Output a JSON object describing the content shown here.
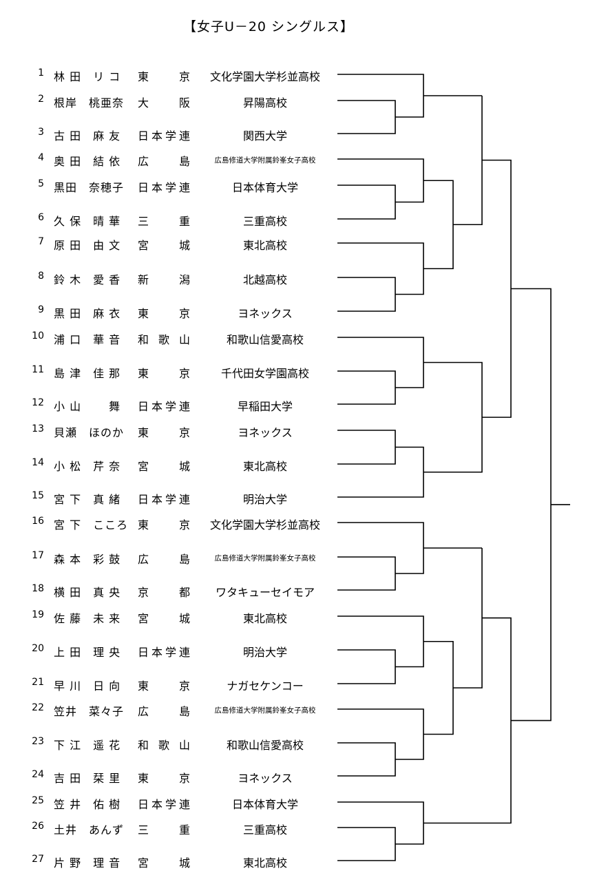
{
  "title": "【女子U－20  シングルス】",
  "entries": [
    {
      "seed": "1",
      "name": "林 田　リ コ",
      "pref": "東京",
      "school": "文化学園大学杉並高校"
    },
    {
      "seed": "2",
      "name": "根岸　桃亜奈",
      "pref": "大阪",
      "school": "昇陽高校"
    },
    {
      "seed": "3",
      "name": "古 田　麻 友",
      "pref": "日本学連",
      "school": "関西大学"
    },
    {
      "seed": "4",
      "name": "奥 田　結 依",
      "pref": "広島",
      "school": "広島修道大学附属鈴峯女子高校"
    },
    {
      "seed": "5",
      "name": "黒田　奈穂子",
      "pref": "日本学連",
      "school": "日本体育大学"
    },
    {
      "seed": "6",
      "name": "久 保　晴 華",
      "pref": "三重",
      "school": "三重高校"
    },
    {
      "seed": "7",
      "name": "原 田　由 文",
      "pref": "宮城",
      "school": "東北高校"
    },
    {
      "seed": "8",
      "name": "鈴 木　愛 香",
      "pref": "新潟",
      "school": "北越高校"
    },
    {
      "seed": "9",
      "name": "黒 田　麻 衣",
      "pref": "東京",
      "school": "ヨネックス"
    },
    {
      "seed": "10",
      "name": "浦 口　華 音",
      "pref": "和歌山",
      "school": "和歌山信愛高校"
    },
    {
      "seed": "11",
      "name": "島 津　佳 那",
      "pref": "東京",
      "school": "千代田女学園高校"
    },
    {
      "seed": "12",
      "name": "小 山　　 舞",
      "pref": "日本学連",
      "school": "早稲田大学"
    },
    {
      "seed": "13",
      "name": "貝瀬　ほのか",
      "pref": "東京",
      "school": "ヨネックス"
    },
    {
      "seed": "14",
      "name": "小 松　芹 奈",
      "pref": "宮城",
      "school": "東北高校"
    },
    {
      "seed": "15",
      "name": "宮 下　真 緒",
      "pref": "日本学連",
      "school": "明治大学"
    },
    {
      "seed": "16",
      "name": "宮 下　こころ",
      "pref": "東京",
      "school": "文化学園大学杉並高校"
    },
    {
      "seed": "17",
      "name": "森 本　彩 鼓",
      "pref": "広島",
      "school": "広島修道大学附属鈴峯女子高校"
    },
    {
      "seed": "18",
      "name": "横 田　真 央",
      "pref": "京都",
      "school": "ワタキューセイモア"
    },
    {
      "seed": "19",
      "name": "佐 藤　未 来",
      "pref": "宮城",
      "school": "東北高校"
    },
    {
      "seed": "20",
      "name": "上 田　理 央",
      "pref": "日本学連",
      "school": "明治大学"
    },
    {
      "seed": "21",
      "name": "早 川　日 向",
      "pref": "東京",
      "school": "ナガセケンコー"
    },
    {
      "seed": "22",
      "name": "笠井　菜々子",
      "pref": "広島",
      "school": "広島修道大学附属鈴峯女子高校"
    },
    {
      "seed": "23",
      "name": "下 江　遥 花",
      "pref": "和歌山",
      "school": "和歌山信愛高校"
    },
    {
      "seed": "24",
      "name": "吉 田　栞 里",
      "pref": "東京",
      "school": "ヨネックス"
    },
    {
      "seed": "25",
      "name": "笠 井　佑 樹",
      "pref": "日本学連",
      "school": "日本体育大学"
    },
    {
      "seed": "26",
      "name": "土井　あんず",
      "pref": "三重",
      "school": "三重高校"
    },
    {
      "seed": "27",
      "name": "片 野　理 音",
      "pref": "宮城",
      "school": "東北高校"
    }
  ]
}
